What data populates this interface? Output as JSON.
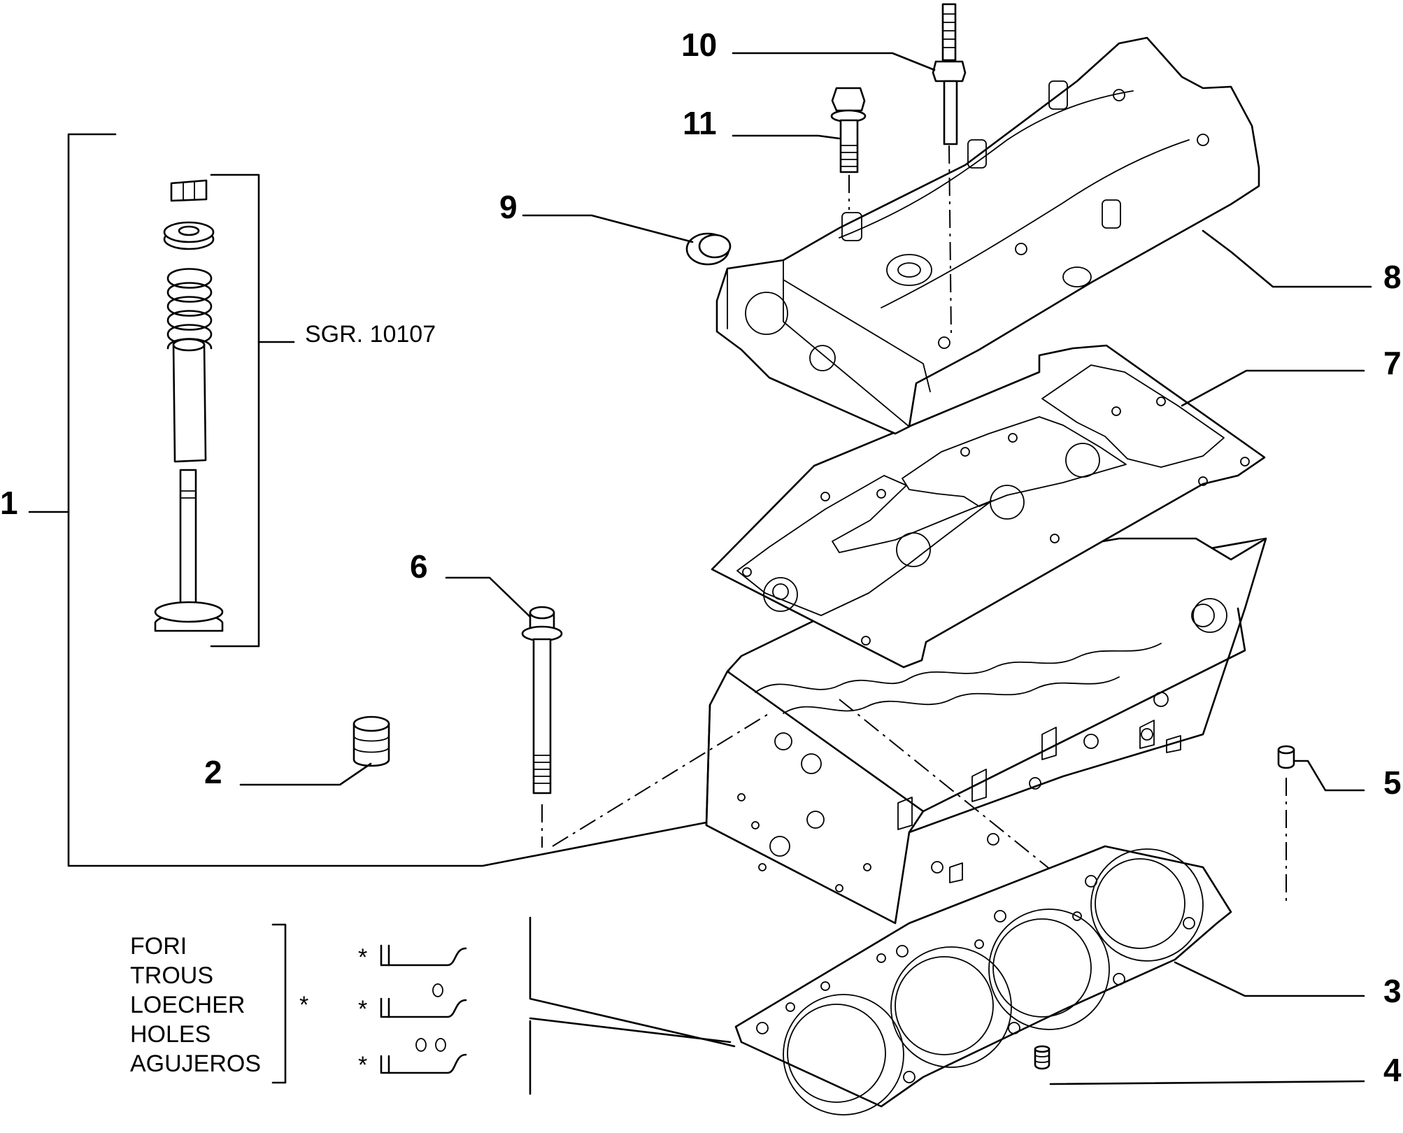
{
  "callouts": {
    "c1": "1",
    "c2": "2",
    "c3": "3",
    "c4": "4",
    "c5": "5",
    "c6": "6",
    "c7": "7",
    "c8": "8",
    "c9": "9",
    "c10": "10",
    "c11": "11"
  },
  "sgr_ref": "SGR. 10107",
  "legend": {
    "words": [
      "FORI",
      "TROUS",
      "LOECHER",
      "HOLES",
      "AGUJEROS"
    ],
    "asterisk": "*",
    "variant_marker": "*"
  },
  "colors": {
    "ink": "#000000",
    "paper": "#ffffff"
  }
}
